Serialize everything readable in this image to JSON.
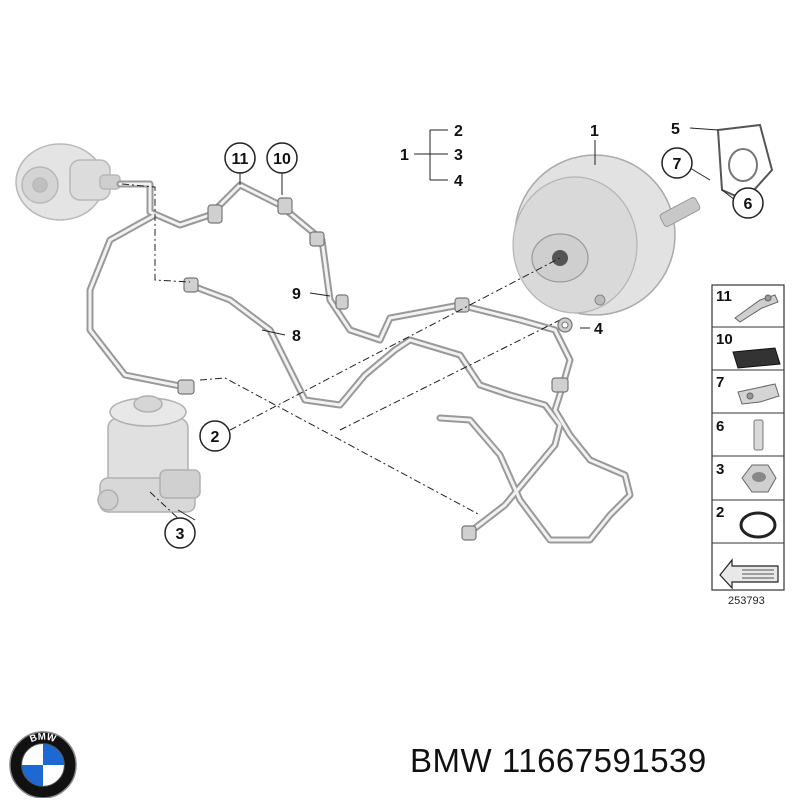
{
  "callouts": {
    "c1": "1",
    "c1b": "1",
    "c2": "2",
    "c2b": "2",
    "c3": "3",
    "c3b": "3",
    "c4": "4",
    "c4b": "4",
    "c5": "5",
    "c6": "6",
    "c7": "7",
    "c8": "8",
    "c9": "9",
    "c10": "10",
    "c11": "11"
  },
  "legend": [
    "11",
    "10",
    "7",
    "6",
    "3",
    "2"
  ],
  "reference_number": "253793",
  "caption": "BMW 11667591539",
  "logo": {
    "name": "bmw-roundel",
    "letters": "BMW",
    "colors": {
      "blue": "#1c69d4",
      "white": "#ffffff",
      "ring": "#111111"
    }
  }
}
